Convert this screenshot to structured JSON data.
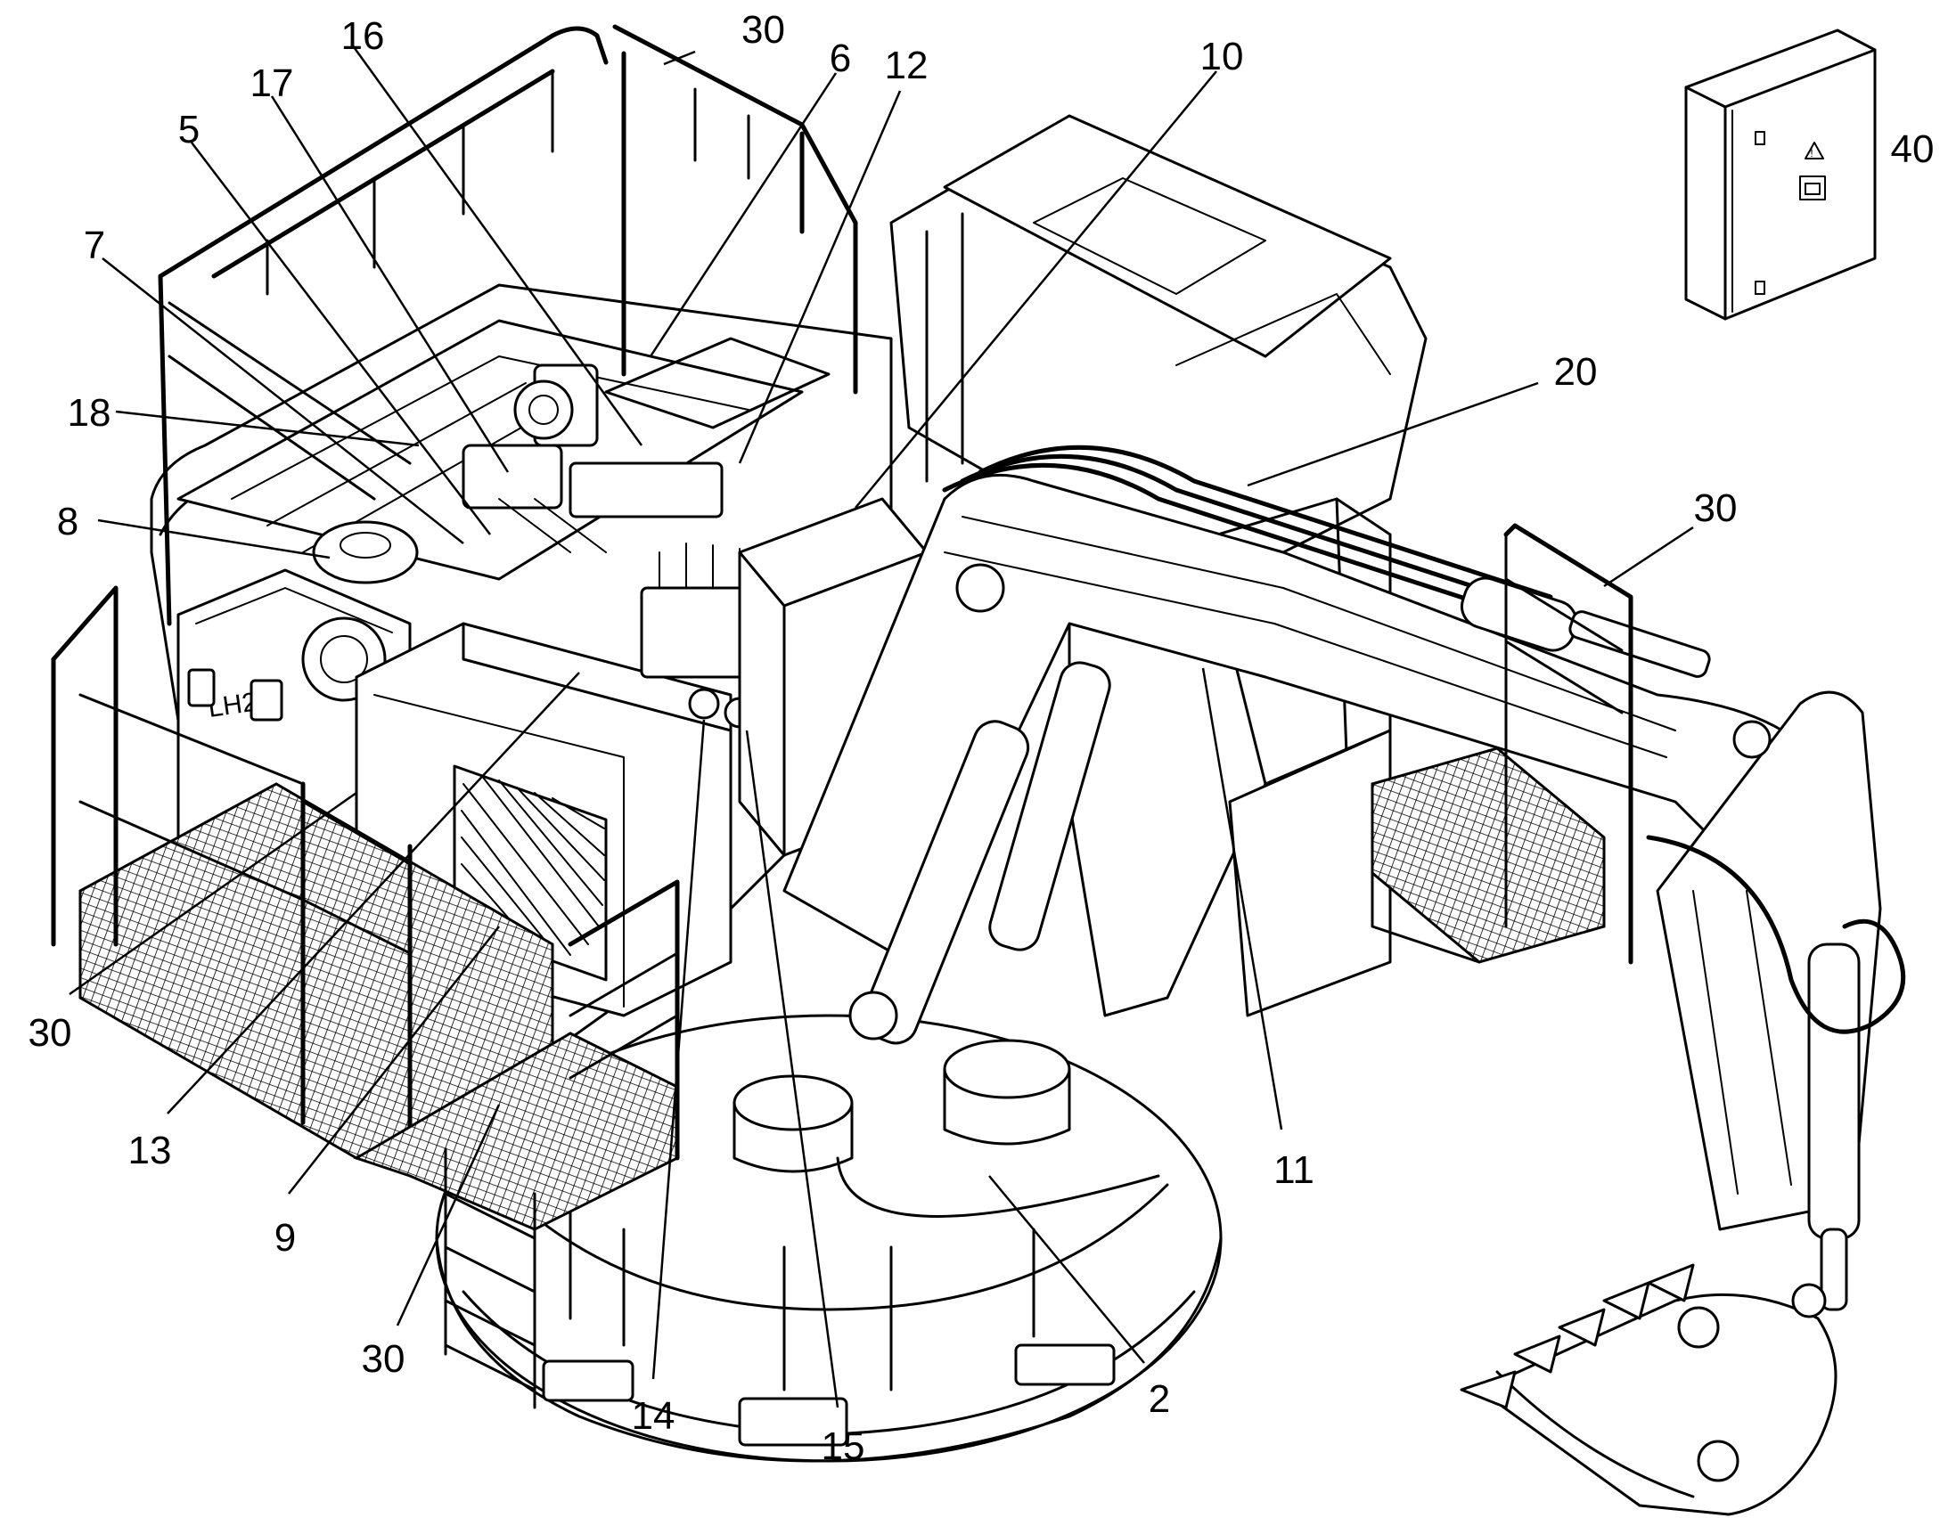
{
  "callouts": [
    {
      "id": "c30a",
      "label": "30"
    },
    {
      "id": "c16",
      "label": "16"
    },
    {
      "id": "c6",
      "label": "6"
    },
    {
      "id": "c12",
      "label": "12"
    },
    {
      "id": "c10",
      "label": "10"
    },
    {
      "id": "c17",
      "label": "17"
    },
    {
      "id": "c5",
      "label": "5"
    },
    {
      "id": "c7",
      "label": "7"
    },
    {
      "id": "c18",
      "label": "18"
    },
    {
      "id": "c8",
      "label": "8"
    },
    {
      "id": "c40",
      "label": "40"
    },
    {
      "id": "c20",
      "label": "20"
    },
    {
      "id": "c30b",
      "label": "30"
    },
    {
      "id": "c30c",
      "label": "30"
    },
    {
      "id": "c13",
      "label": "13"
    },
    {
      "id": "c9",
      "label": "9"
    },
    {
      "id": "c30d",
      "label": "30"
    },
    {
      "id": "c14",
      "label": "14"
    },
    {
      "id": "c15",
      "label": "15"
    },
    {
      "id": "c2",
      "label": "2"
    },
    {
      "id": "c11",
      "label": "11"
    }
  ],
  "decal_text": "LH26"
}
